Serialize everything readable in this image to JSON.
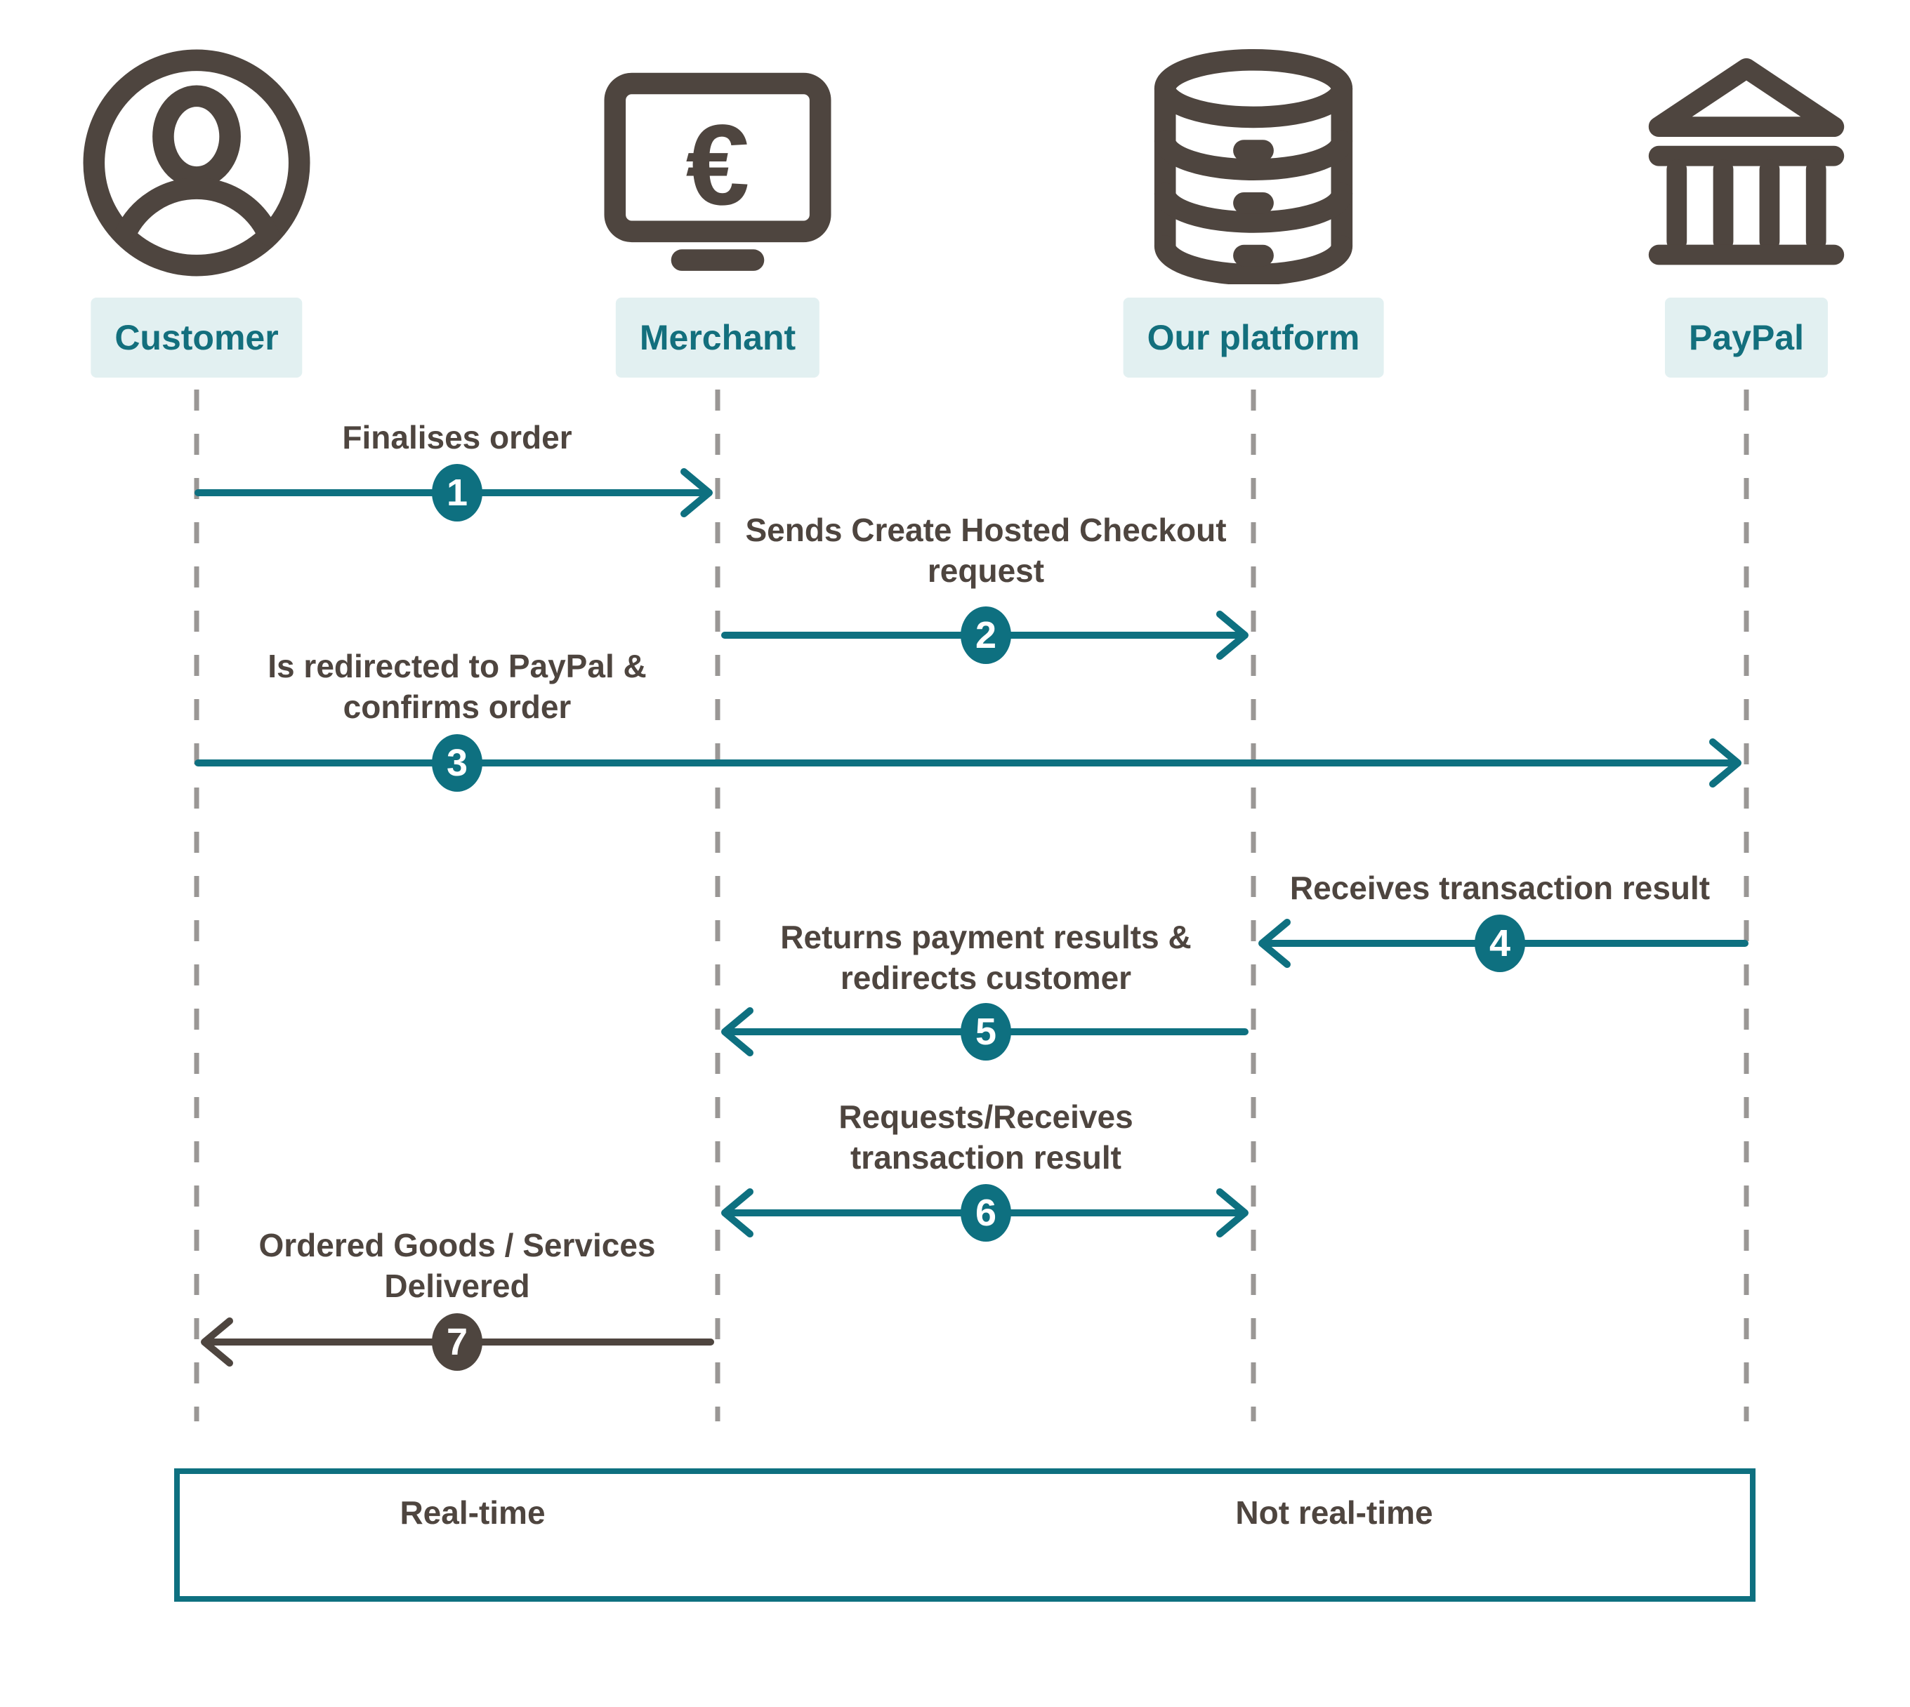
{
  "diagram": {
    "actors": [
      {
        "id": "customer",
        "label": "Customer",
        "icon": "person-icon"
      },
      {
        "id": "merchant",
        "label": "Merchant",
        "icon": "monitor-euro-icon"
      },
      {
        "id": "platform",
        "label": "Our platform",
        "icon": "database-icon"
      },
      {
        "id": "paypal",
        "label": "PayPal",
        "icon": "bank-icon"
      }
    ],
    "icons": {
      "merchant_glyph": "€"
    },
    "steps": [
      {
        "number": "1",
        "lines": [
          "Finalises order"
        ],
        "from": "Customer",
        "to": "Merchant",
        "timing": "real-time",
        "direction": "right"
      },
      {
        "number": "2",
        "lines": [
          "Sends Create Hosted Checkout",
          "request"
        ],
        "from": "Merchant",
        "to": "Our platform",
        "timing": "real-time",
        "direction": "right"
      },
      {
        "number": "3",
        "lines": [
          "Is redirected to PayPal &",
          "confirms order"
        ],
        "from": "Customer",
        "to": "PayPal",
        "timing": "real-time",
        "direction": "right"
      },
      {
        "number": "4",
        "lines": [
          "Receives transaction result"
        ],
        "from": "PayPal",
        "to": "Our platform",
        "timing": "real-time",
        "direction": "left"
      },
      {
        "number": "5",
        "lines": [
          "Returns payment results &",
          "redirects customer"
        ],
        "from": "Our platform",
        "to": "Merchant",
        "timing": "real-time",
        "direction": "left"
      },
      {
        "number": "6",
        "lines": [
          "Requests/Receives",
          "transaction result"
        ],
        "from": "Merchant",
        "to": "Our platform",
        "timing": "real-time",
        "direction": "both"
      },
      {
        "number": "7",
        "lines": [
          "Ordered Goods / Services",
          "Delivered"
        ],
        "from": "Merchant",
        "to": "Customer",
        "timing": "not-real-time",
        "direction": "left"
      }
    ],
    "legend": {
      "real_time": "Real-time",
      "not_real_time": "Not real-time"
    },
    "colors": {
      "real_time_teal": "#0e7080",
      "not_real_time_dark": "#4e453f",
      "actor_label_bg": "#e2f0f1",
      "actor_label_text": "#136f7d",
      "lifeline_gray": "#9a9795",
      "badge_text": "#ffffff"
    }
  }
}
